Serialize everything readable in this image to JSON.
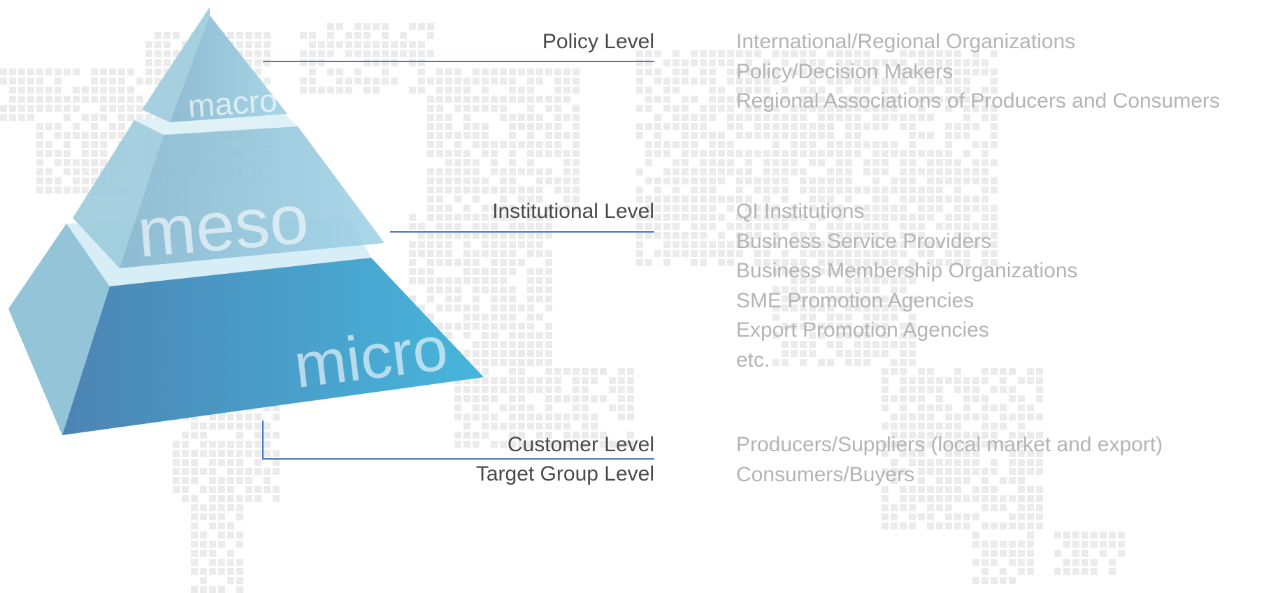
{
  "pyramid": {
    "tiers": [
      {
        "label": "macro"
      },
      {
        "label": "meso"
      },
      {
        "label": "micro"
      }
    ]
  },
  "levels": [
    {
      "titles": [
        "Policy Level"
      ],
      "items": [
        "International/Regional Organizations",
        "Policy/Decision Makers",
        "Regional Associations of Producers and Consumers"
      ]
    },
    {
      "titles": [
        "Institutional Level"
      ],
      "items": [
        "QI Institutions",
        "Business Service Providers",
        "Business Membership Organizations",
        "SME Promotion Agencies",
        "Export Promotion Agencies",
        "etc."
      ]
    },
    {
      "titles": [
        "Customer Level",
        "Target Group Level"
      ],
      "items": [
        "Producers/Suppliers (local market and export)",
        "Consumers/Buyers"
      ]
    }
  ],
  "colors": {
    "connector": "#4a78c4",
    "label_text": "#4a4a4a",
    "description_text": "#b4b4b4",
    "map_dots": "#ebebeb"
  }
}
